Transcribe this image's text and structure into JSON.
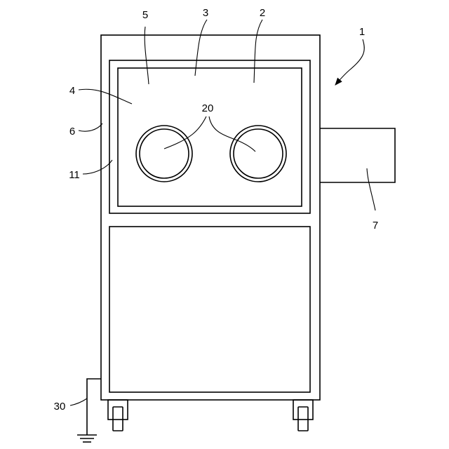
{
  "labels": {
    "cabinet": "1",
    "label_2": "2",
    "label_3": "3",
    "label_4": "4",
    "label_5": "5",
    "label_6": "6",
    "side_box": "7",
    "label_11": "11",
    "glove_ports": "20",
    "ground": "30"
  }
}
